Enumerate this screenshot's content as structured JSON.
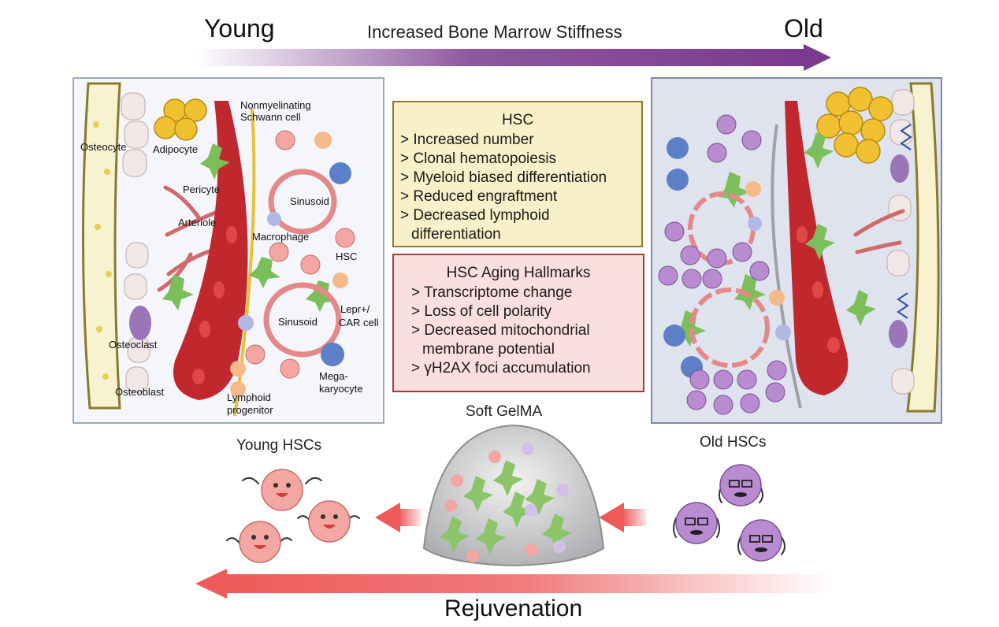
{
  "header": {
    "young": "Young",
    "old": "Old",
    "stiffness": "Increased Bone Marrow Stiffness"
  },
  "young_panel": {
    "labels": {
      "osteocyte": "Osteocyte",
      "adipocyte": "Adipocyte",
      "nonmyelinating_1": "Nonmyelinating",
      "nonmyelinating_2": "Schwann cell",
      "pericyte": "Pericyte",
      "arteriole": "Arteriole",
      "sinusoid_top": "Sinusoid",
      "macrophage": "Macrophage",
      "hsc": "HSC",
      "sinusoid_bottom": "Sinusoid",
      "lepr_1": "Lepr+/",
      "lepr_2": "CAR cell",
      "osteoclast": "Osteoclast",
      "osteoblast": "Osteoblast",
      "lymphoid_1": "Lymphoid",
      "lymphoid_2": "progenitor",
      "mega_1": "Mega-",
      "mega_2": "karyocyte"
    }
  },
  "hsc_box": {
    "title": "HSC",
    "items": [
      "> Increased number",
      "> Clonal hematopoiesis",
      "> Myeloid biased differentiation",
      "> Reduced engraftment",
      "> Decreased lymphoid",
      "differentiation"
    ]
  },
  "hallmarks_box": {
    "title": "HSC Aging Hallmarks",
    "items": [
      "> Transcriptome change",
      "> Loss of cell polarity",
      "> Decreased mitochondrial",
      "membrane potential",
      "> γH2AX foci accumulation"
    ]
  },
  "bottom": {
    "soft_gelma": "Soft GelMA",
    "young_hscs": "Young HSCs",
    "old_hscs": "Old HSCs",
    "rejuvenation": "Rejuvenation"
  },
  "colors": {
    "stiffness_arrow": "#7a3a8e",
    "rejuvenation_arrow": "#ee5a5a",
    "vessel": "#c0282e",
    "young_hsc": "#f4a6a2",
    "old_hsc": "#b98bd0",
    "adipocyte": "#f0c030",
    "bone": "#f7f2cf"
  }
}
